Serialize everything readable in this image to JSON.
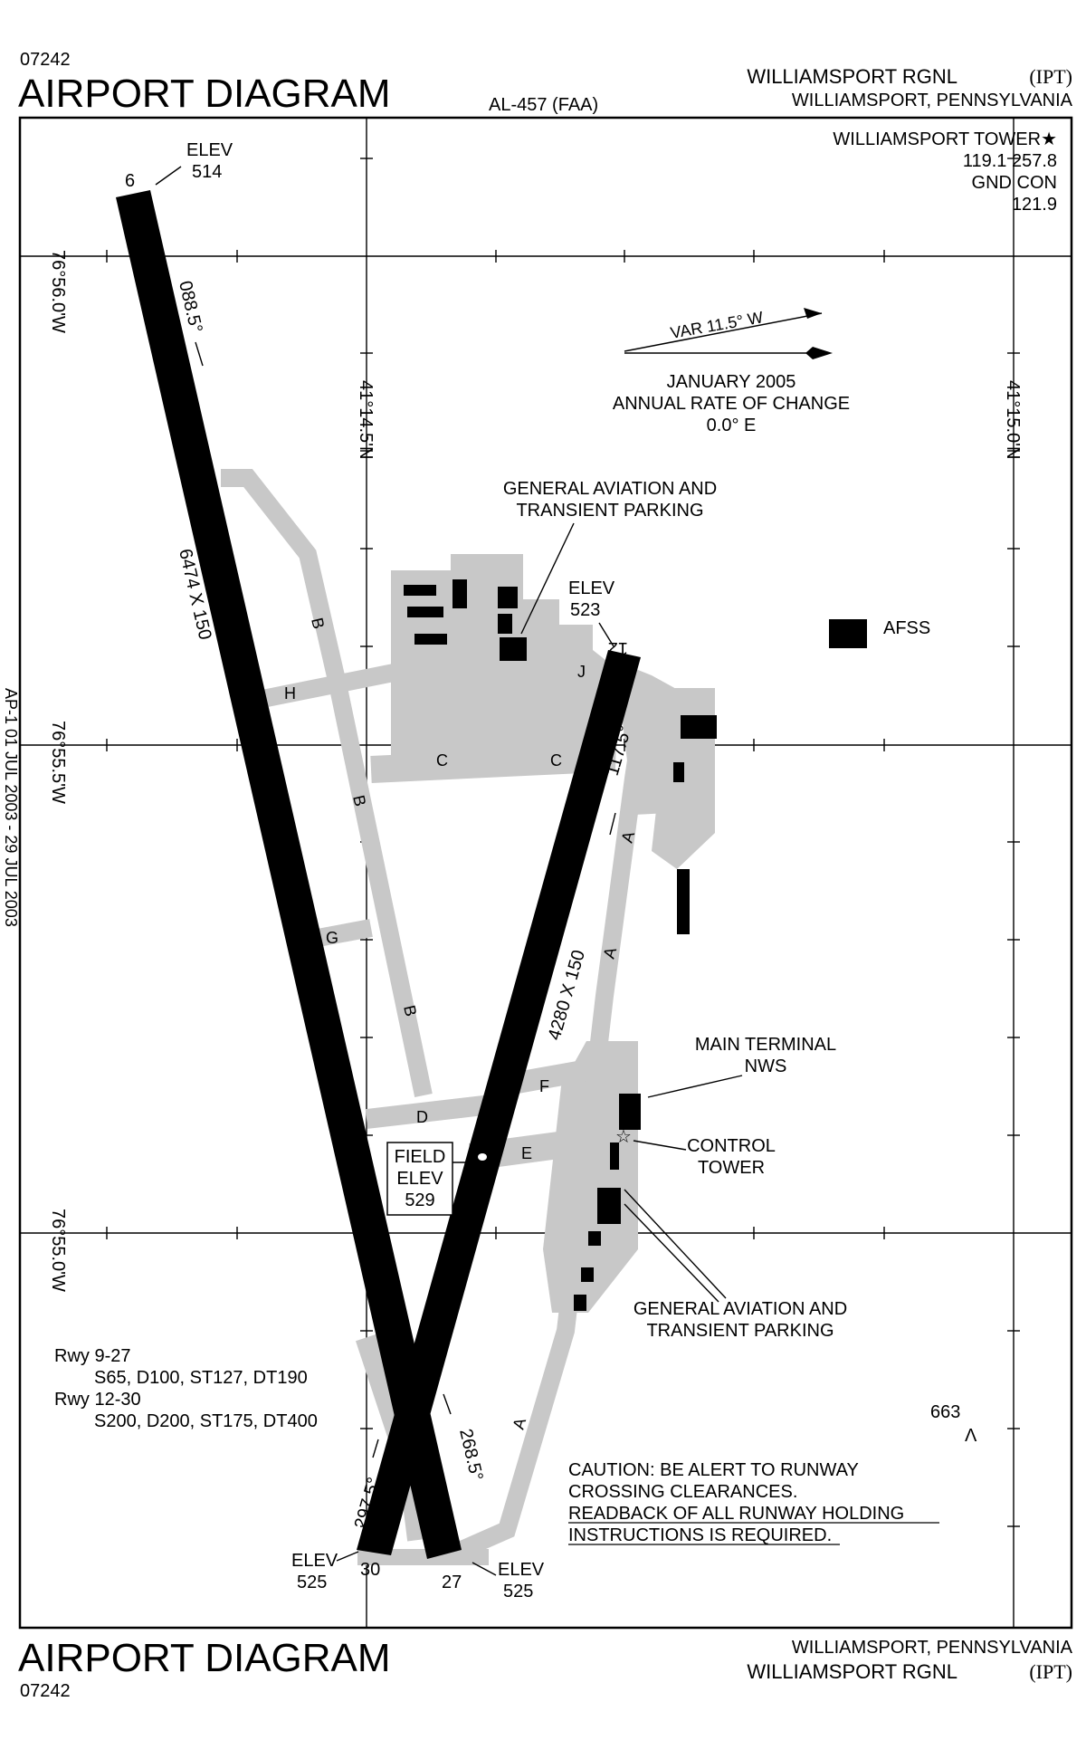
{
  "header": {
    "chart_number": "07242",
    "title": "AIRPORT DIAGRAM",
    "procedure_id": "AL-457 (FAA)",
    "airport_name": "WILLIAMSPORT RGNL",
    "airport_id": "(IPT)",
    "location": "WILLIAMSPORT, PENNSYLVANIA"
  },
  "footer": {
    "title": "AIRPORT DIAGRAM",
    "chart_number": "07242",
    "location": "WILLIAMSPORT, PENNSYLVANIA",
    "airport_name": "WILLIAMSPORT RGNL",
    "airport_id": "(IPT)"
  },
  "frequencies": {
    "tower_label": "WILLIAMSPORT TOWER★",
    "tower_freq": "119.1 257.8",
    "ground_label": "GND CON",
    "ground_freq": "121.9"
  },
  "variation": {
    "label": "VAR 11.5° W",
    "date": "JANUARY 2005",
    "rate_label": "ANNUAL RATE OF CHANGE",
    "rate_value": "0.0° E"
  },
  "coordinates": {
    "lon_1": "76°56.0'W",
    "lon_2": "76°55.5'W",
    "lon_3": "76°55.0'W",
    "lat_1": "41°14.5'N",
    "lat_2": "41°15.0'N"
  },
  "runways": {
    "rwy6_24": {
      "end_6": "6",
      "elev_6_label": "ELEV",
      "elev_6": "514",
      "heading_6": "088.5°",
      "dimensions": "6474 X 150",
      "heading_24": "268.5°",
      "end_27": "27",
      "elev_27_label": "ELEV",
      "elev_27": "525"
    },
    "rwy12_30": {
      "end_12": "12",
      "elev_12_label": "ELEV",
      "elev_12": "523",
      "heading_12": "117.5°",
      "dimensions": "4280 X 150",
      "heading_30": "297.5°",
      "end_30": "30",
      "elev_30_label": "ELEV",
      "elev_30": "525"
    }
  },
  "taxiways": {
    "a1": "A",
    "a2": "A",
    "a3": "A",
    "b1": "B",
    "b2": "B",
    "b3": "B",
    "c1": "C",
    "c2": "C",
    "d": "D",
    "e": "E",
    "f": "F",
    "g": "G",
    "h": "H",
    "j": "J"
  },
  "labels": {
    "ga_parking_north_1": "GENERAL AVIATION AND",
    "ga_parking_north_2": "TRANSIENT PARKING",
    "afss": "AFSS",
    "main_terminal": "MAIN TERMINAL",
    "nws": "NWS",
    "control_tower_1": "CONTROL",
    "control_tower_2": "TOWER",
    "ga_parking_south_1": "GENERAL AVIATION AND",
    "ga_parking_south_2": "TRANSIENT PARKING",
    "field_elev_1": "FIELD",
    "field_elev_2": "ELEV",
    "field_elev_3": "529",
    "obstacle_elev": "663"
  },
  "weight_bearing": {
    "rwy_a": "Rwy 9-27",
    "rwy_a_values": "S65, D100, ST127, DT190",
    "rwy_b": "Rwy 12-30",
    "rwy_b_values": "S200, D200, ST175, DT400"
  },
  "caution": {
    "line1": "CAUTION: BE ALERT TO RUNWAY",
    "line2": "CROSSING CLEARANCES.",
    "line3": "READBACK OF ALL RUNWAY HOLDING",
    "line4": "INSTRUCTIONS IS REQUIRED."
  },
  "side_note": "AP-1 01 JUL 2003 - 29 JUL 2003"
}
